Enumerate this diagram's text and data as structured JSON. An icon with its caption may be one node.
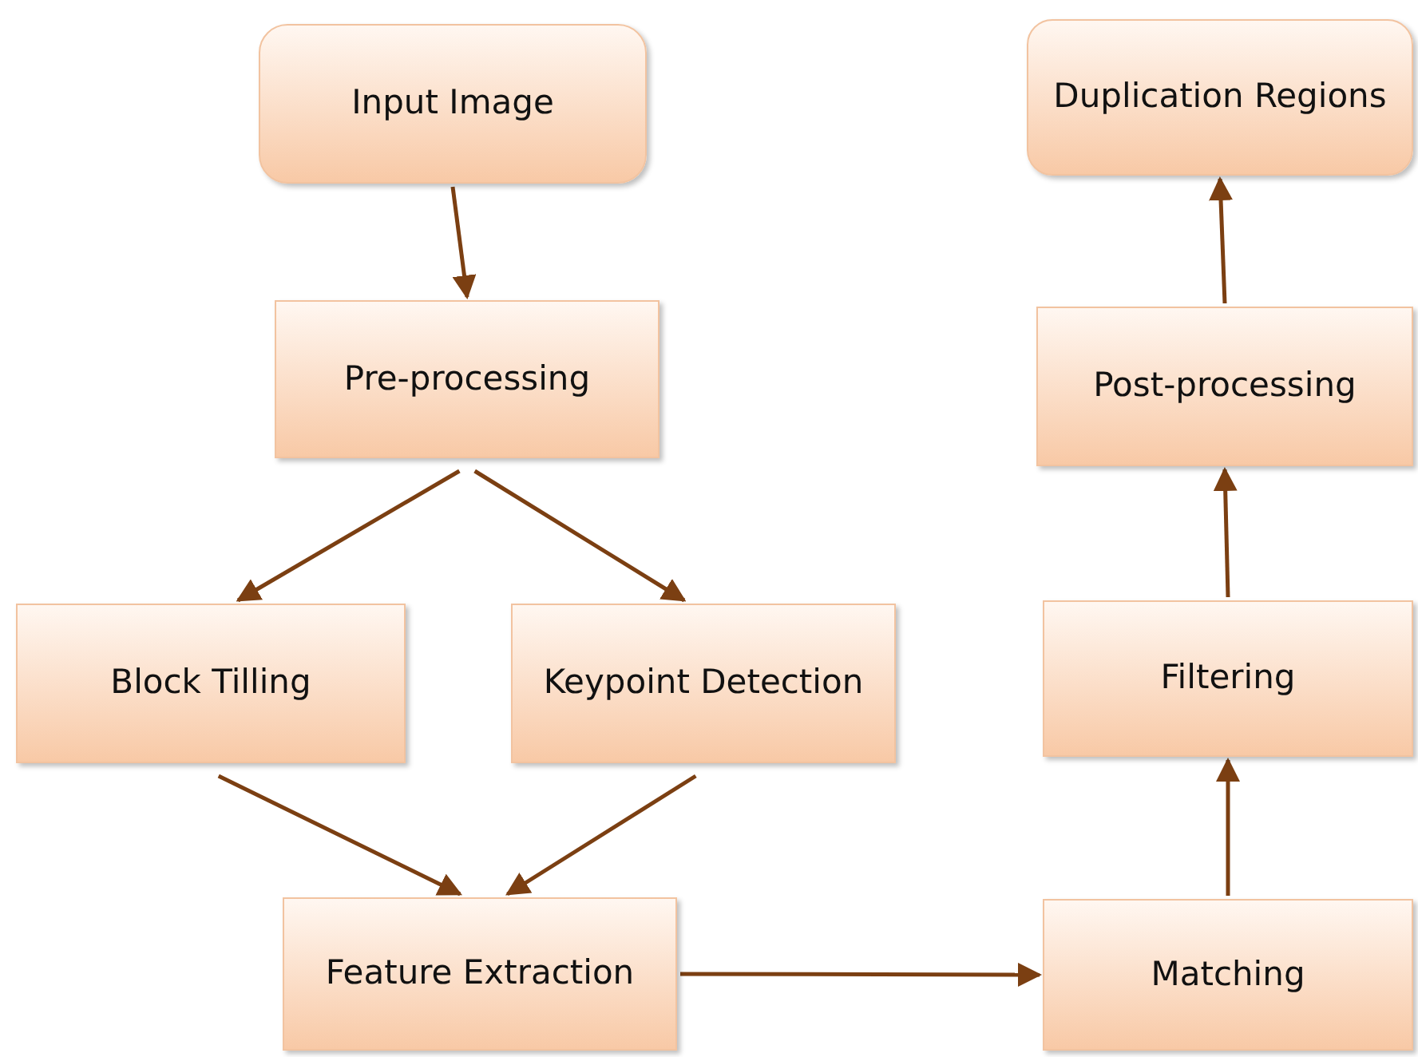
{
  "diagram": {
    "nodes": [
      {
        "text": [
          "Input Image"
        ]
      },
      {
        "text": [
          "Pre-processing"
        ]
      },
      {
        "text": [
          "Block Tilling"
        ]
      },
      {
        "text": [
          "Keypoint Detection"
        ]
      },
      {
        "text": [
          "Feature Extraction"
        ]
      },
      {
        "text": [
          "Matching"
        ]
      },
      {
        "text": [
          "Filtering"
        ]
      },
      {
        "text": [
          "Post-processing"
        ]
      },
      {
        "text": [
          "Duplication Regions"
        ]
      }
    ],
    "edges": [
      {
        "from": 0,
        "to": 1,
        "arrow": "to"
      },
      {
        "from": 1,
        "to": 2,
        "arrow": "to"
      },
      {
        "from": 1,
        "to": 3,
        "arrow": "to"
      },
      {
        "from": 2,
        "to": 4,
        "arrow": "to"
      },
      {
        "from": 3,
        "to": 4,
        "arrow": "to"
      },
      {
        "from": 4,
        "to": 5,
        "arrow": "to"
      },
      {
        "from": 5,
        "to": 6,
        "arrow": "to"
      },
      {
        "from": 6,
        "to": 7,
        "arrow": "to"
      },
      {
        "from": 7,
        "to": 8,
        "arrow": "to"
      }
    ]
  }
}
